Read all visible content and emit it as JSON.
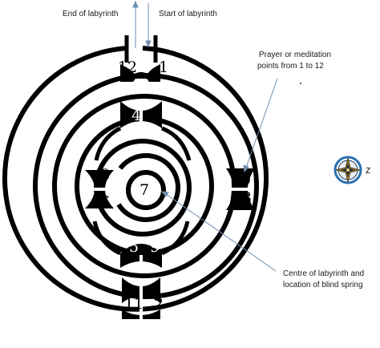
{
  "annotations": {
    "end": "End of labyrinth",
    "start": "Start of labyrinth",
    "prayer_line1": "Prayer or meditation",
    "prayer_line2": "points from 1 to 12",
    "centre_line1": "Centre of labyrinth and",
    "centre_line2": "location of blind spring"
  },
  "points": {
    "p1": "1",
    "p2": "2",
    "p3": "3",
    "p4": "4",
    "p5": "5",
    "p6": "6",
    "p7": "7",
    "p8": "8",
    "p9": "9",
    "p10": "10",
    "p11": "11",
    "p12": "12"
  },
  "compass": {
    "direction_label": "Z"
  },
  "colors": {
    "line": "#000000",
    "arrow": "#6f8fb0",
    "compass_ring": "#2a6fb0",
    "compass_star": "#b08a2a"
  }
}
